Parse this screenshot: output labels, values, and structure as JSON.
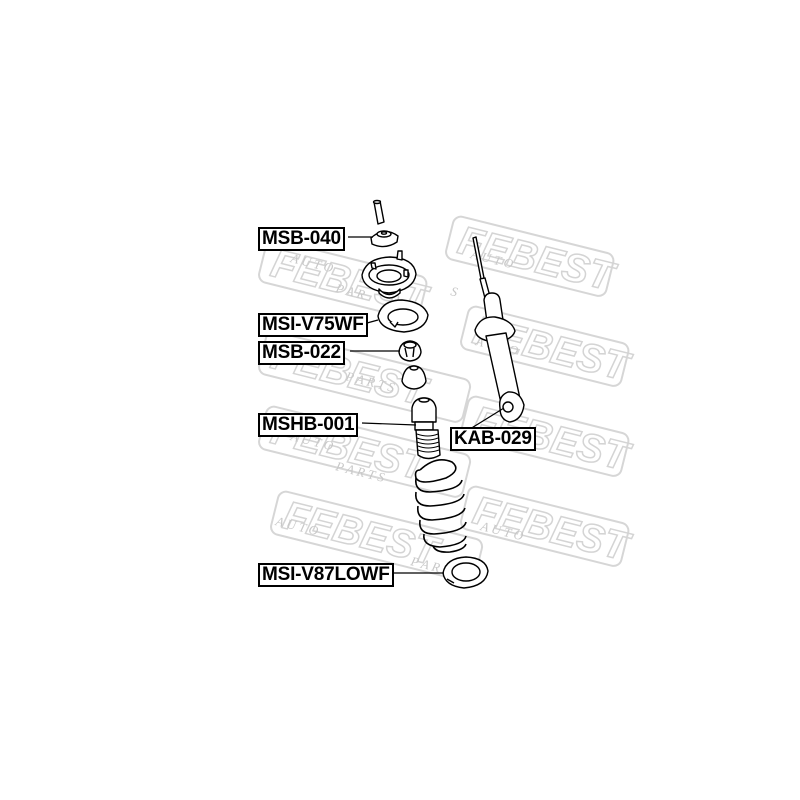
{
  "diagram": {
    "type": "exploded-parts-diagram",
    "subject": "rear shock absorber / strut assembly",
    "watermark": {
      "brand": "FEBEST",
      "tagline_letters": [
        "A",
        "U",
        "T",
        "O",
        "P",
        "A",
        "R",
        "T",
        "S"
      ],
      "color": "#d4d4d4"
    },
    "line_color": "#000000",
    "background": "#ffffff"
  },
  "labels": [
    {
      "id": "msb-040",
      "text": "MSB-040",
      "part": "strut mount bushing cap"
    },
    {
      "id": "msi-v75wf",
      "text": "MSI-V75WF",
      "part": "upper spring insulator"
    },
    {
      "id": "msb-022",
      "text": "MSB-022",
      "part": "strut mount bushing"
    },
    {
      "id": "mshb-001",
      "text": "MSHB-001",
      "part": "bump stop with dust boot"
    },
    {
      "id": "kab-029",
      "text": "KAB-029",
      "part": "shock absorber lower bushing"
    },
    {
      "id": "msi-v87lowf",
      "text": "MSI-V87LOWF",
      "part": "lower spring insulator"
    }
  ]
}
